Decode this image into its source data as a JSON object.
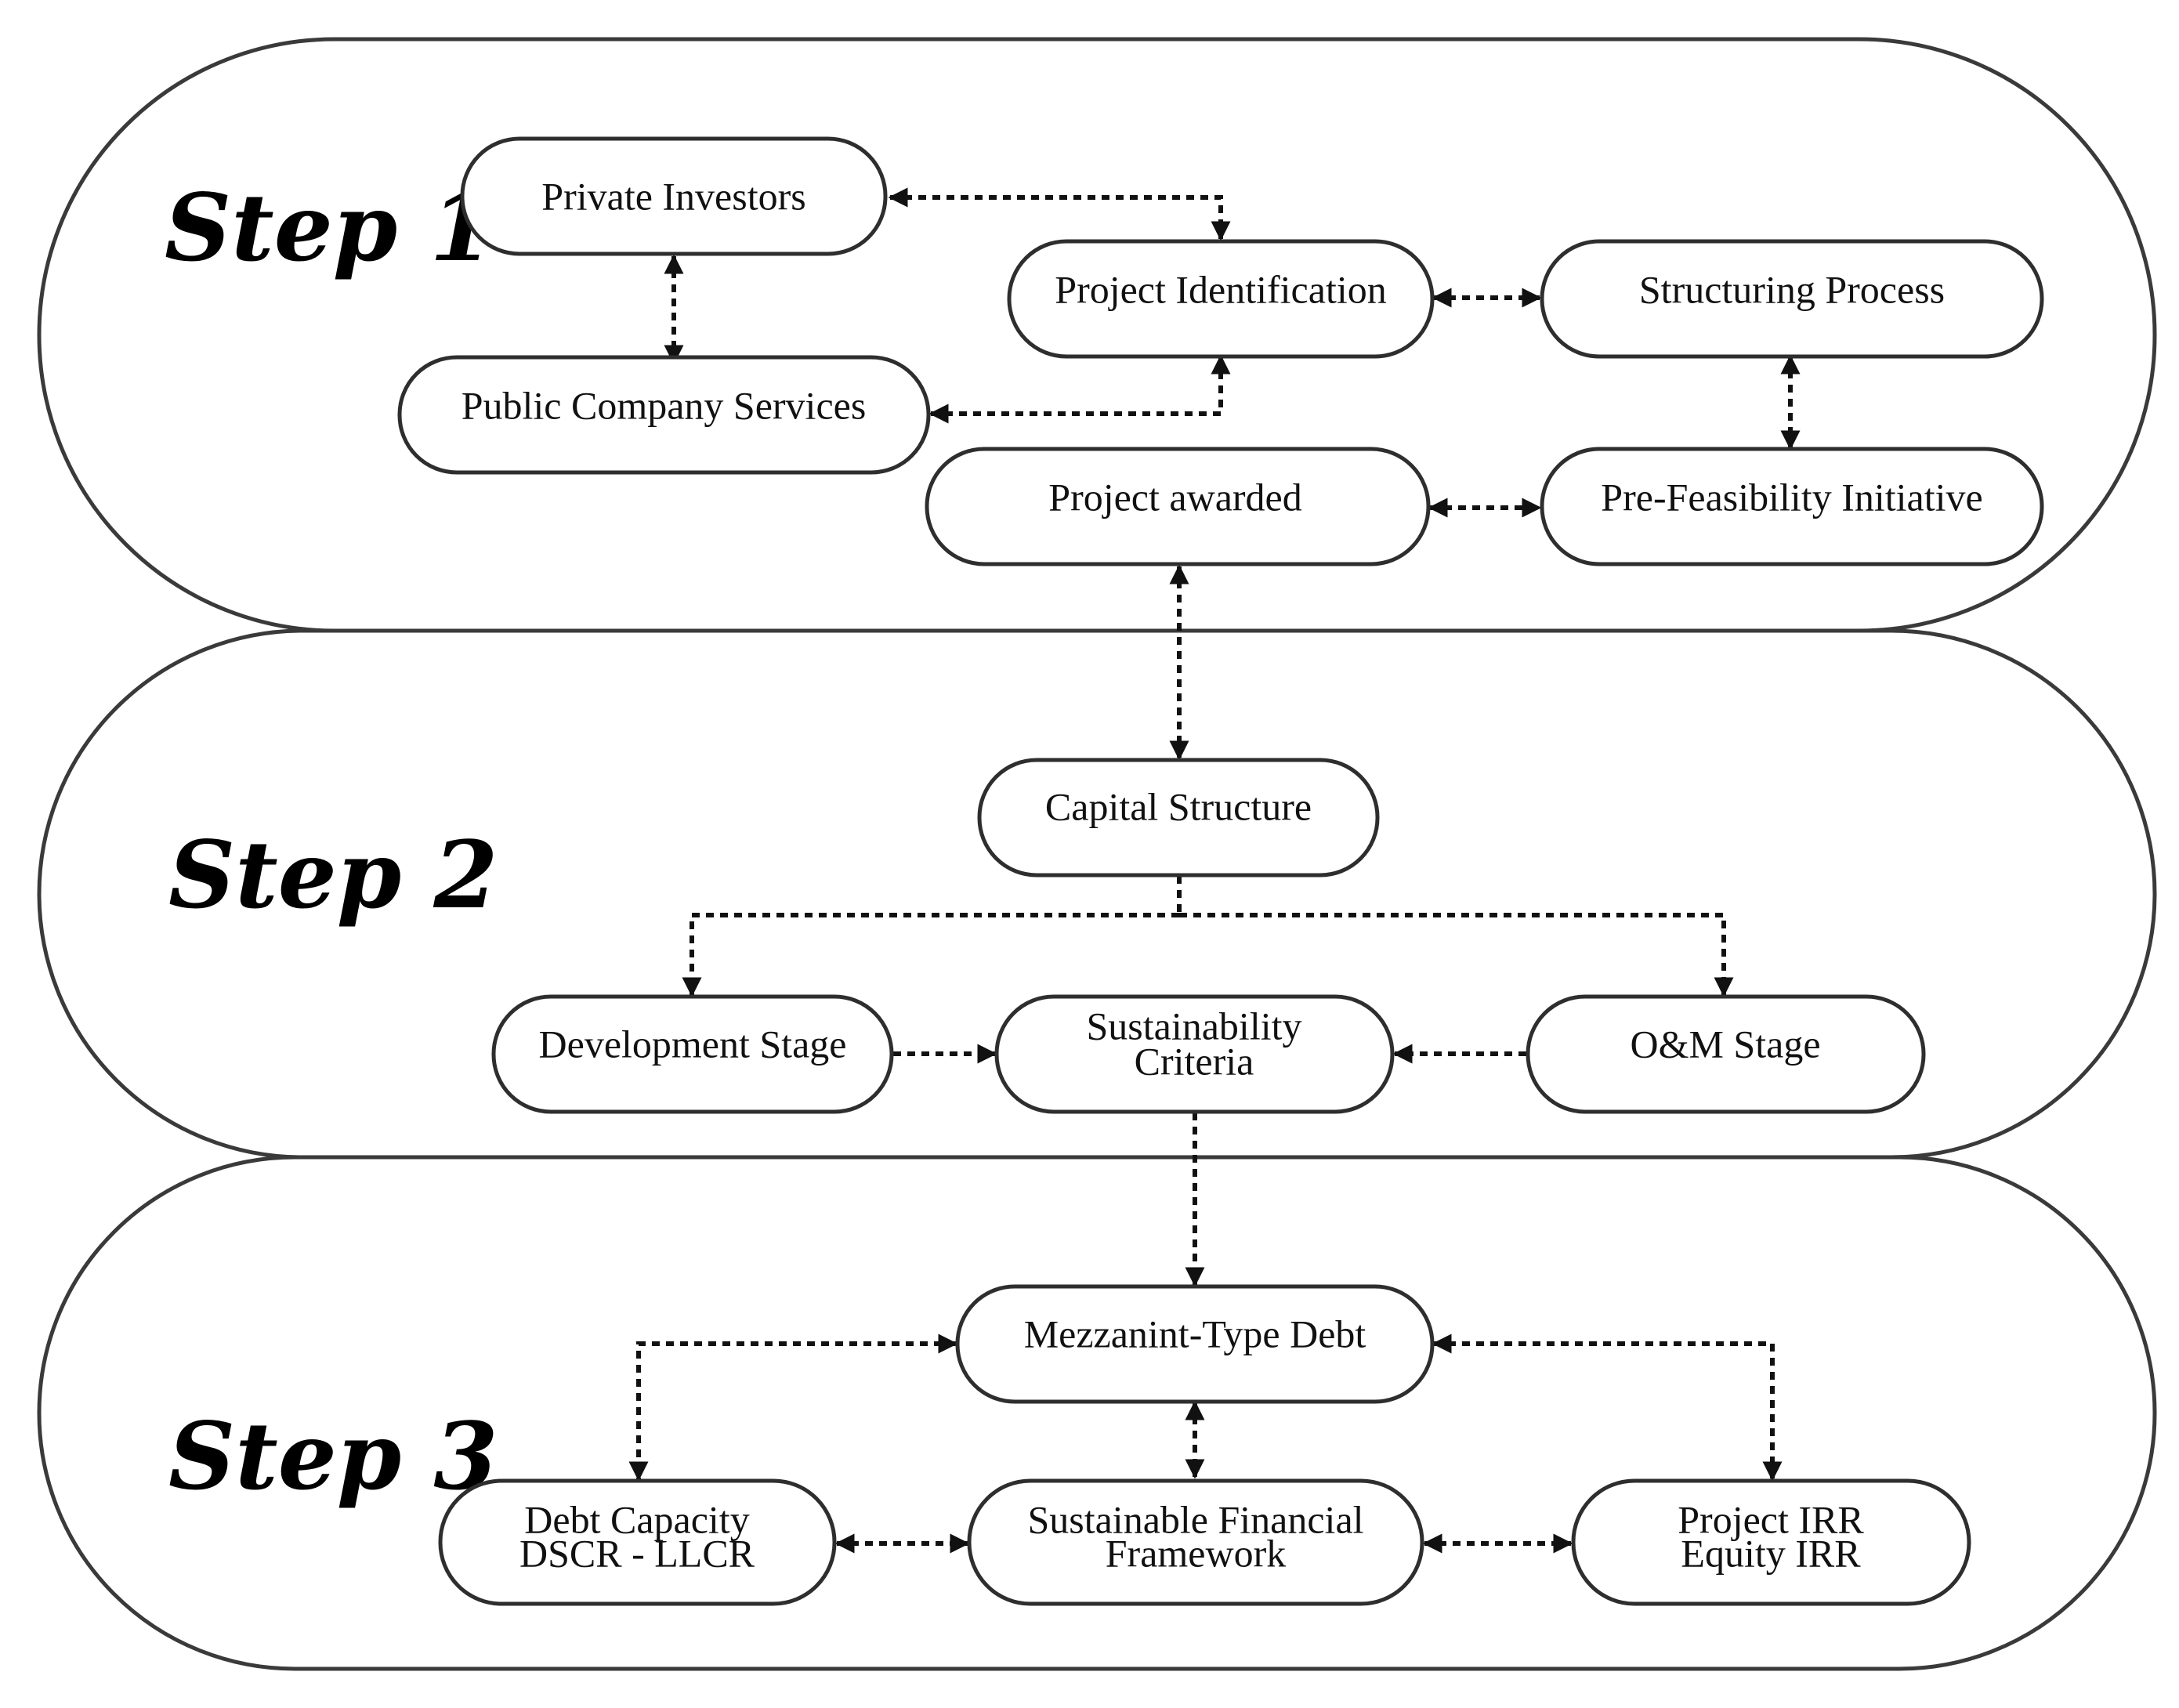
{
  "steps": {
    "step1": "Step 1",
    "step2": "Step 2",
    "step3": "Step 3"
  },
  "nodes": {
    "private_investors": "Private Investors",
    "project_identification": "Project Identification",
    "structuring_process": "Structuring Process",
    "public_company_services": "Public Company Services",
    "project_awarded": "Project awarded",
    "pre_feasibility_initiative": "Pre-Feasibility Initiative",
    "capital_structure": "Capital Structure",
    "development_stage": "Development Stage",
    "sustainability_criteria": [
      "Sustainability",
      "Criteria"
    ],
    "om_stage": "O&M Stage",
    "mezzanine_type_debt": "Mezzanint-Type Debt",
    "debt_capacity": [
      "Debt Capacity",
      "DSCR - LLCR"
    ],
    "sustainable_financial_framework": [
      "Sustainable Financial",
      "Framework"
    ],
    "project_irr": [
      "Project IRR",
      "Equity IRR"
    ]
  },
  "colors": {
    "stroke": "#2e2e2e",
    "text": "#111111",
    "background": "#ffffff"
  }
}
